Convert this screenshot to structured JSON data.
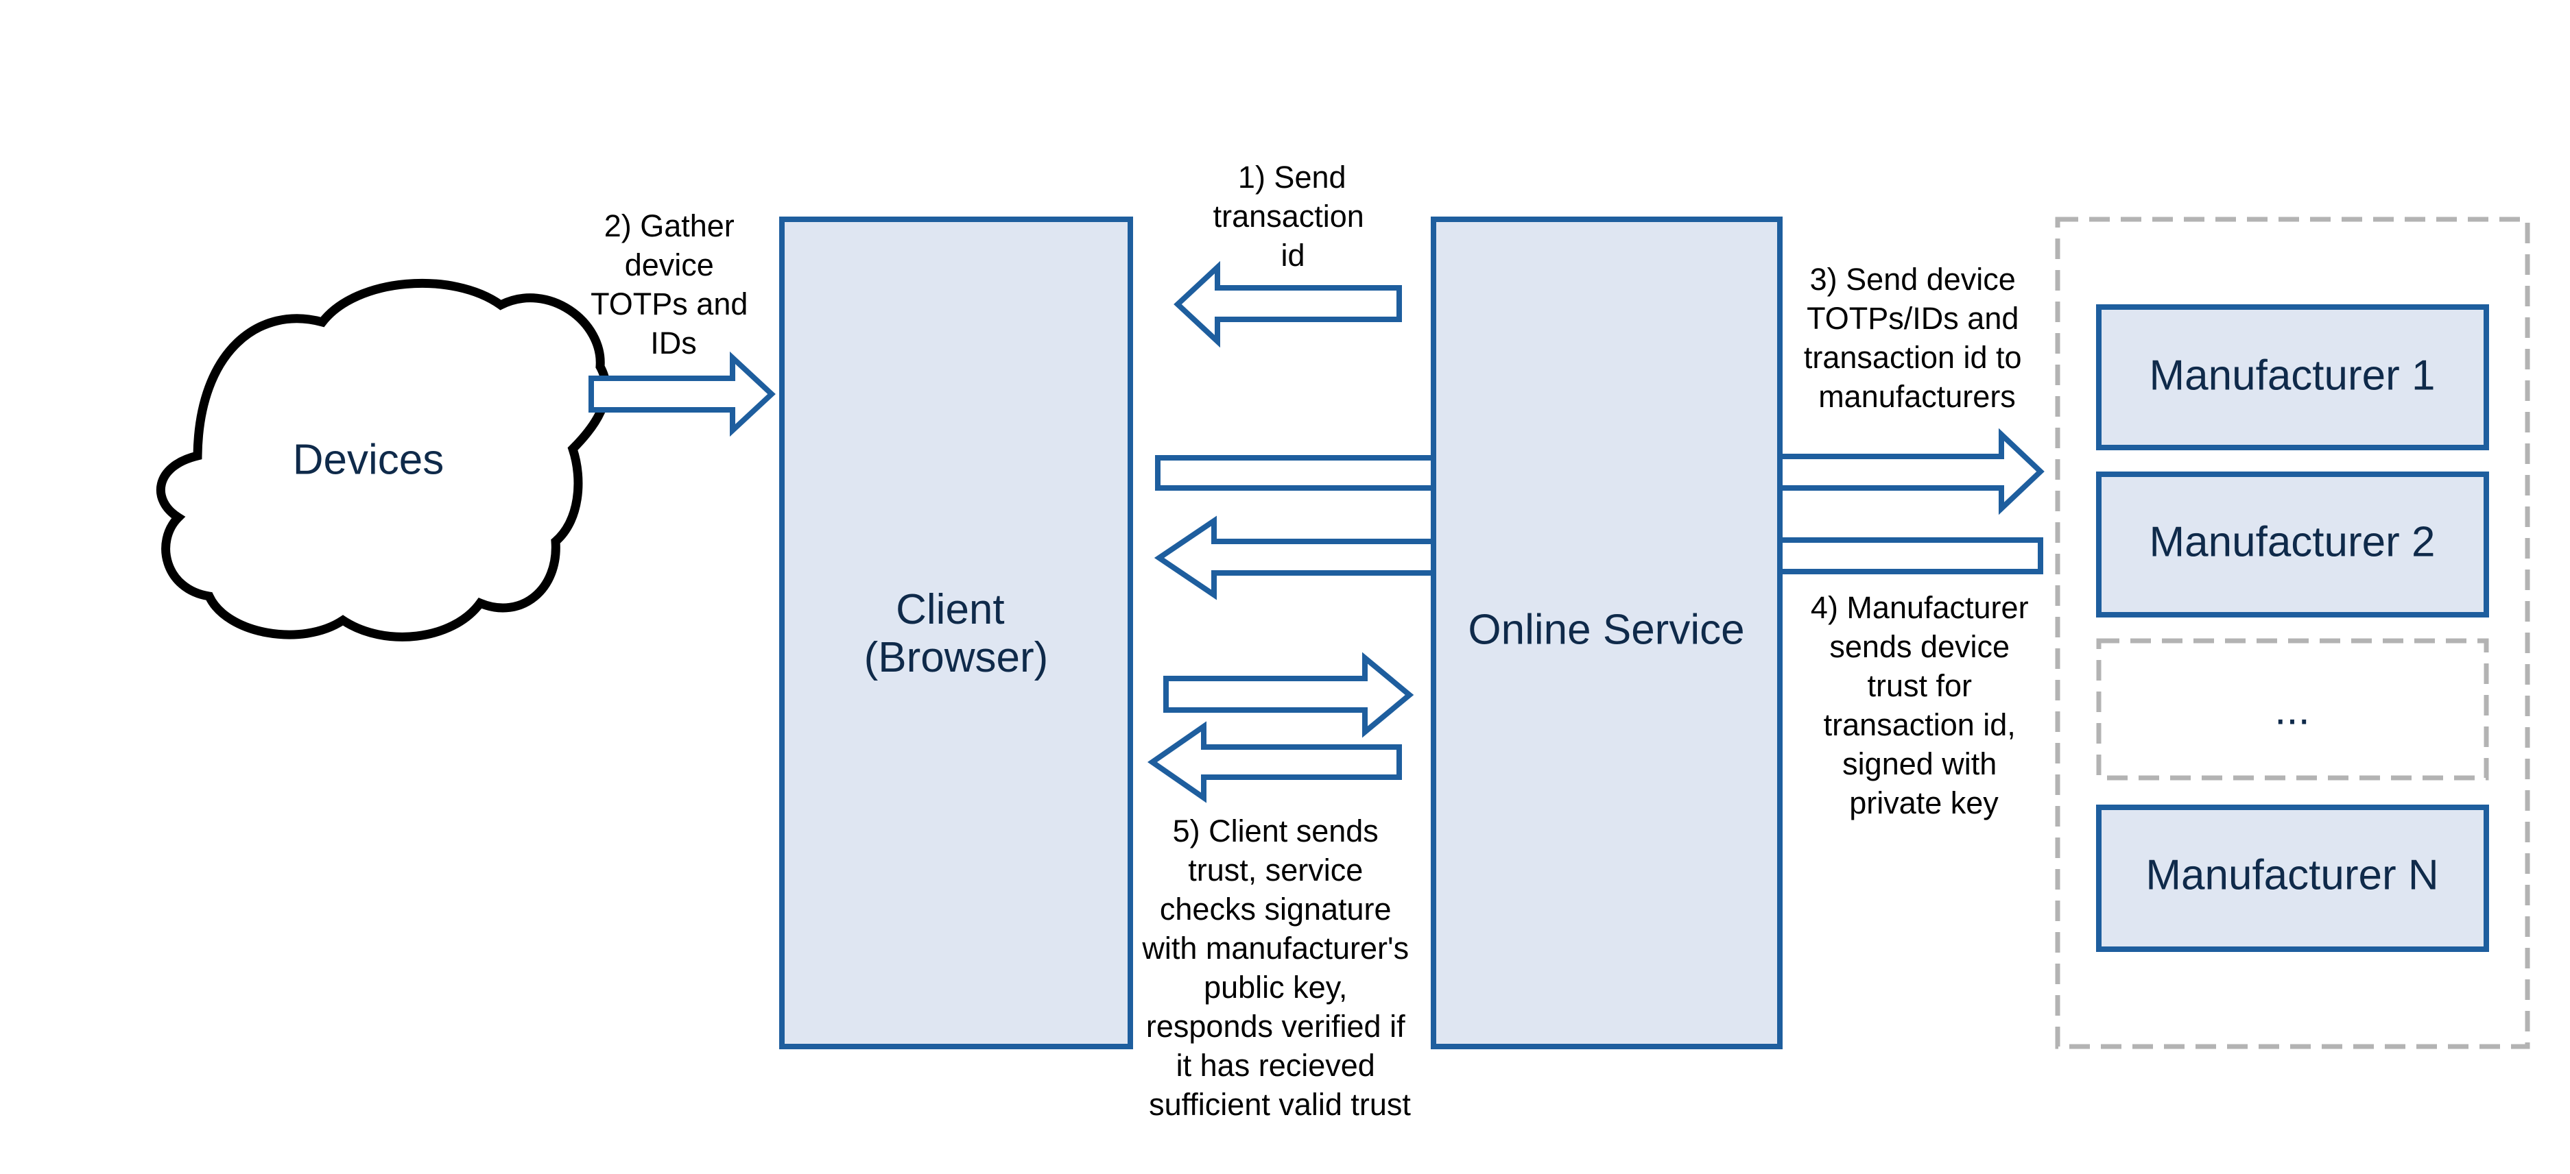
{
  "colors": {
    "box_fill": "#dfe6f2",
    "box_stroke": "#1e5e9e",
    "dashed_stroke": "#b3b3b3",
    "label_text": "#0f2a4a",
    "annotation_text": "#000000"
  },
  "nodes": {
    "devices": "Devices",
    "client": [
      "Client",
      "(Browser)"
    ],
    "online_service": "Online Service",
    "manufacturer_1": "Manufacturer 1",
    "manufacturer_2": "Manufacturer 2",
    "ellipsis": "...",
    "manufacturer_n": "Manufacturer N"
  },
  "annotations": {
    "step1": [
      "1) Send",
      "transaction",
      "id"
    ],
    "step2": [
      "2) Gather",
      "device",
      "TOTPs and",
      "IDs"
    ],
    "step3": [
      "3) Send device",
      "TOTPs/IDs and",
      "transaction id to",
      "manufacturers"
    ],
    "step4": [
      "4) Manufacturer",
      "sends device",
      "trust for",
      "transaction id,",
      "signed with",
      "private key"
    ],
    "step5": [
      "5) Client sends",
      "trust, service",
      "checks signature",
      "with manufacturer's",
      "public key,",
      "responds verified if",
      "it has recieved",
      "sufficient valid trust"
    ]
  }
}
